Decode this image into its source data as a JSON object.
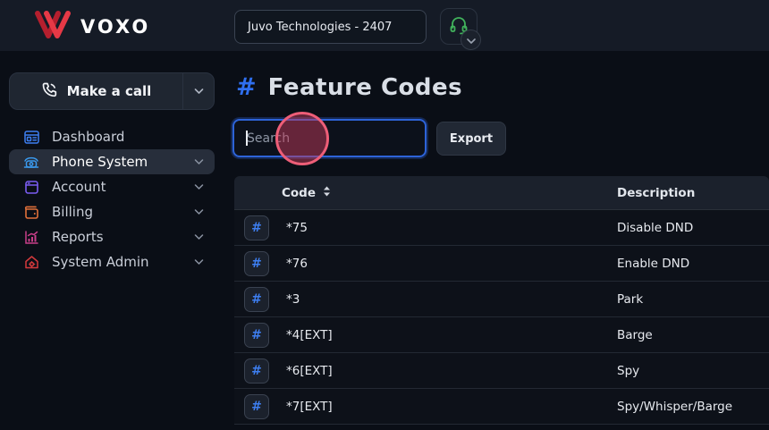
{
  "topbar": {
    "logo_text": "voxo",
    "company_selector_value": "Juvo Technologies - 2407"
  },
  "sidebar": {
    "make_call_label": "Make a call",
    "items": [
      {
        "label": "Dashboard",
        "icon": "dashboard-icon",
        "color": "#3d7ef0",
        "active": false,
        "has_chevron": false
      },
      {
        "label": "Phone System",
        "icon": "phone-icon",
        "color": "#3a9bf0",
        "active": true,
        "has_chevron": true
      },
      {
        "label": "Account",
        "icon": "window-icon",
        "color": "#7a5cf0",
        "active": false,
        "has_chevron": true
      },
      {
        "label": "Billing",
        "icon": "wallet-icon",
        "color": "#e0703a",
        "active": false,
        "has_chevron": true
      },
      {
        "label": "Reports",
        "icon": "bar-chart-icon",
        "color": "#c73e88",
        "active": false,
        "has_chevron": true
      },
      {
        "label": "System Admin",
        "icon": "home-gear-icon",
        "color": "#d3393c",
        "active": false,
        "has_chevron": true
      }
    ]
  },
  "main": {
    "hash_symbol": "#",
    "page_title": "Feature Codes",
    "search_placeholder": "Search",
    "export_label": "Export",
    "table": {
      "code_header": "Code",
      "description_header": "Description",
      "rows": [
        {
          "code": "*75",
          "description": "Disable DND"
        },
        {
          "code": "*76",
          "description": "Enable DND"
        },
        {
          "code": "*3",
          "description": "Park"
        },
        {
          "code": "*4[EXT]",
          "description": "Barge"
        },
        {
          "code": "*6[EXT]",
          "description": "Spy"
        },
        {
          "code": "*7[EXT]",
          "description": "Spy/Whisper/Barge"
        }
      ]
    }
  },
  "colors": {
    "topbar_bg": "#151b26",
    "page_bg": "#0a0e16",
    "logo_red": "#d92b3a",
    "accent_blue": "#2f6ff0",
    "focus_border_blue": "#2d63d8",
    "headset_green": "#41b25c",
    "click_indicator_pink": "#ee5e78",
    "active_nav_bg": "#272e3b",
    "table_header_bg": "#1b212c",
    "row_bg": "#0d1119"
  }
}
